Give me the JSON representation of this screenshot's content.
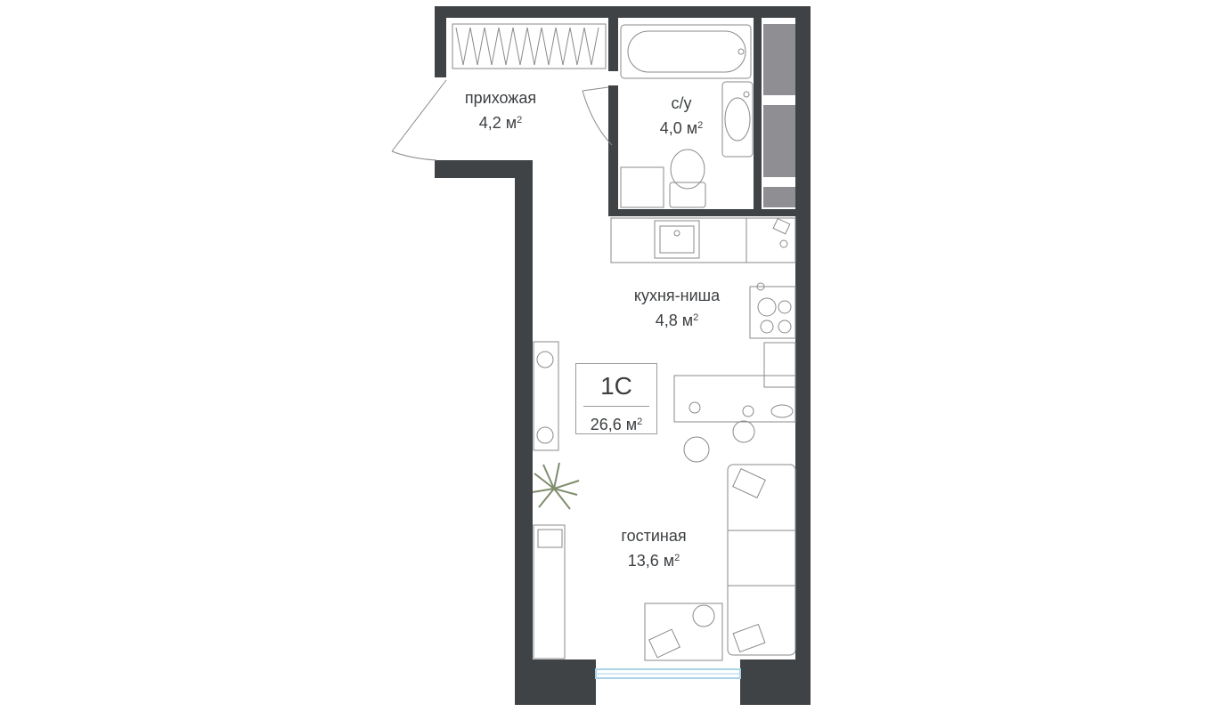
{
  "colors": {
    "wall": "#3f4346",
    "window_block": "#8f8f93",
    "furniture_line": "#8a8a8a",
    "glass": "#a8d3e8",
    "plant": "#7f8d6e",
    "text": "#3c3f42"
  },
  "apartment": {
    "type": "1С",
    "total_area": "26,6 м",
    "area_unit_exp": "2"
  },
  "rooms": [
    {
      "id": "hallway",
      "name": "прихожая",
      "area": "4,2 м",
      "unit_exp": "2"
    },
    {
      "id": "bathroom",
      "name": "с/у",
      "area": "4,0 м",
      "unit_exp": "2"
    },
    {
      "id": "kitchen",
      "name": "кухня-ниша",
      "area": "4,8 м",
      "unit_exp": "2"
    },
    {
      "id": "living",
      "name": "гостиная",
      "area": "13,6 м",
      "unit_exp": "2"
    }
  ],
  "icons": [
    "bathtub-icon",
    "sink-icon",
    "toilet-icon",
    "washing-machine-icon",
    "stove-icon",
    "oven-icon",
    "dining-table-icon",
    "chair-icon",
    "sofa-icon",
    "coffee-table-icon",
    "plant-icon",
    "tv-stand-icon",
    "wardrobe-icon",
    "door-icon",
    "window-icon"
  ]
}
